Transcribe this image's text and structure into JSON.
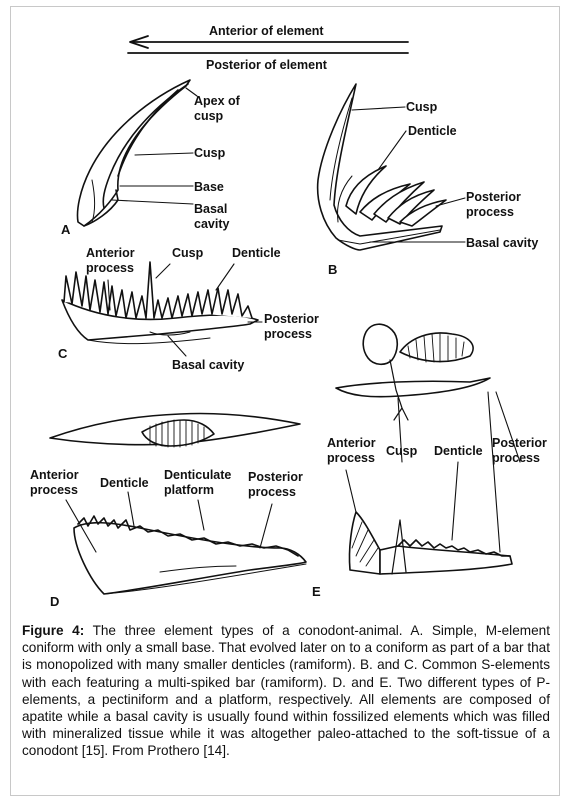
{
  "axis": {
    "anterior": "Anterior of element",
    "posterior": "Posterior of element"
  },
  "panels": {
    "A": {
      "letter": "A",
      "labels": {
        "apex": "Apex of\ncusp",
        "cusp": "Cusp",
        "base": "Base",
        "basal_cavity": "Basal\ncavity"
      }
    },
    "B": {
      "letter": "B",
      "labels": {
        "cusp": "Cusp",
        "denticle": "Denticle",
        "posterior_process": "Posterior\nprocess",
        "basal_cavity": "Basal cavity"
      }
    },
    "C": {
      "letter": "C",
      "labels": {
        "anterior_process": "Anterior\nprocess",
        "cusp": "Cusp",
        "denticle": "Denticle",
        "posterior_process": "Posterior\nprocess",
        "basal_cavity": "Basal cavity"
      }
    },
    "D": {
      "letter": "D",
      "labels": {
        "anterior_process": "Anterior\nprocess",
        "denticle": "Denticle",
        "platform": "Denticulate\nplatform",
        "posterior_process": "Posterior\nprocess"
      }
    },
    "E": {
      "letter": "E",
      "labels": {
        "anterior_process": "Anterior\nprocess",
        "cusp": "Cusp",
        "denticle": "Denticle",
        "posterior_process": "Posterior\nprocess"
      }
    }
  },
  "caption": {
    "label": "Figure 4:",
    "text": " The three element types of a conodont-animal. A. Simple, M-element coniform with only a small base. That evolved later on to a coniform as part of a bar that is monopolized with many smaller denticles (ramiform). B. and C. Common S-elements with each featuring a multi-spiked bar (ramiform). D. and E. Two different types of P-elements, a pectiniform and a platform, respectively. All elements are composed of apatite while a basal cavity is usually found within fossilized elements which was filled with mineralized tissue while it was altogether paleo-attached to the soft-tissue of a conodont [15]. From Prothero [14]."
  }
}
